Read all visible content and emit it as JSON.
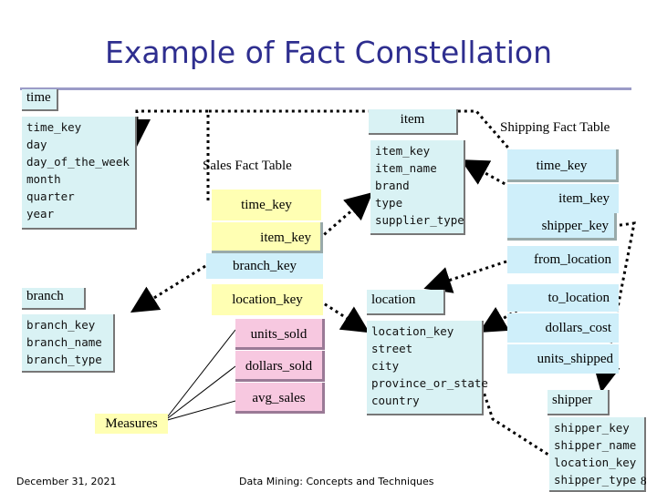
{
  "title": "Example of Fact Constellation",
  "time": {
    "name": "time",
    "attributes": [
      "time_key",
      "day",
      "day_of_the_week",
      "month",
      "quarter",
      "year"
    ]
  },
  "item": {
    "name": "item",
    "attributes": [
      "item_key",
      "item_name",
      "brand",
      "type",
      "supplier_type"
    ]
  },
  "branch": {
    "name": "branch",
    "attributes": [
      "branch_key",
      "branch_name",
      "branch_type"
    ]
  },
  "location": {
    "name": "location",
    "attributes": [
      "location_key",
      "street",
      "city",
      "province_or_state",
      "country"
    ]
  },
  "shipper": {
    "name": "shipper",
    "attributes": [
      "shipper_key",
      "shipper_name",
      "location_key",
      "shipper_type"
    ]
  },
  "sales_fact": {
    "title": "Sales Fact Table",
    "fields": [
      "time_key",
      "item_key",
      "branch_key",
      "location_key",
      "units_sold",
      "dollars_sold",
      "avg_sales"
    ]
  },
  "shipping_fact": {
    "title": "Shipping Fact Table",
    "fields": [
      "time_key",
      "item_key",
      "shipper_key",
      "from_location",
      "to_location",
      "dollars_cost",
      "units_shipped"
    ]
  },
  "measures": "Measures",
  "footer": {
    "date": "December 31, 2021",
    "center": "Data Mining: Concepts and Techniques",
    "page": "8"
  }
}
